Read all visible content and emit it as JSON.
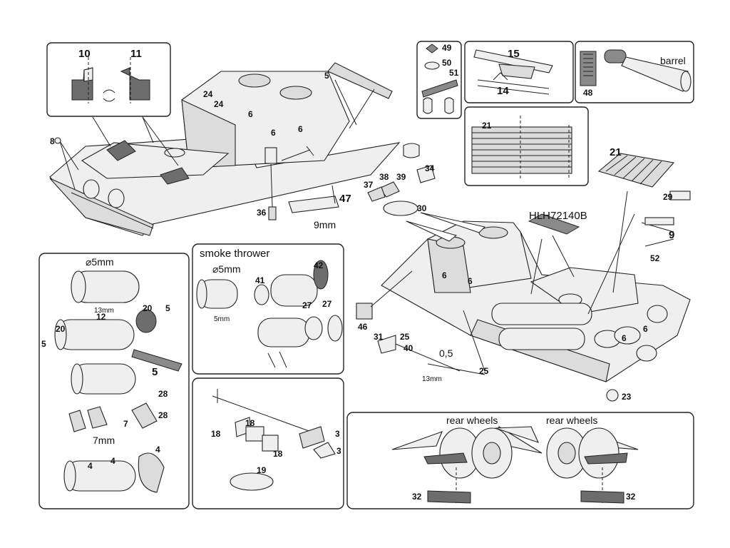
{
  "labels": {
    "n10": "10",
    "n11": "11",
    "n5a": "5",
    "n24a": "24",
    "n24b": "24",
    "n6a": "6",
    "n6b": "6",
    "n6c": "6",
    "n8": "8",
    "n36": "36",
    "n47": "47",
    "dim9mm": "9mm",
    "n49": "49",
    "n50": "50",
    "n51": "51",
    "n15": "15",
    "n14": "14",
    "n48": "48",
    "barrel": "barrel",
    "n21a": "21",
    "n21b": "21",
    "n34": "34",
    "n38": "38",
    "n39": "39",
    "n37": "37",
    "n30": "30",
    "n29": "29",
    "n9": "9",
    "n52": "52",
    "hlh": "HLH72140B",
    "n6d": "6",
    "n6e": "6",
    "n6f": "6",
    "n6g": "6",
    "n46": "46",
    "n31": "31",
    "n25a": "25",
    "n40": "40",
    "n25b": "25",
    "dim05": "0,5",
    "dim13": "13mm",
    "n23": "23",
    "cyl_dia": "⌀5mm",
    "cyl_len": "13mm",
    "n12": "12",
    "n20a": "20",
    "n5b": "5",
    "n20b": "20",
    "n5c": "5",
    "n5d": "5",
    "n28a": "28",
    "n28b": "28",
    "n7": "7",
    "dim7mm": "7mm",
    "n4a": "4",
    "n4b": "4",
    "n4c": "4",
    "smoke_title": "smoke thrower",
    "smoke_dia": "⌀5mm",
    "smoke_len": "5mm",
    "n41": "41",
    "n42": "42",
    "n27a": "27",
    "n27b": "27",
    "n18a": "18",
    "n18b": "18",
    "n18c": "18",
    "n3a": "3",
    "n3b": "3",
    "n19": "19",
    "rear_l": "rear wheels",
    "rear_r": "rear wheels",
    "n32a": "32",
    "n32b": "32"
  }
}
